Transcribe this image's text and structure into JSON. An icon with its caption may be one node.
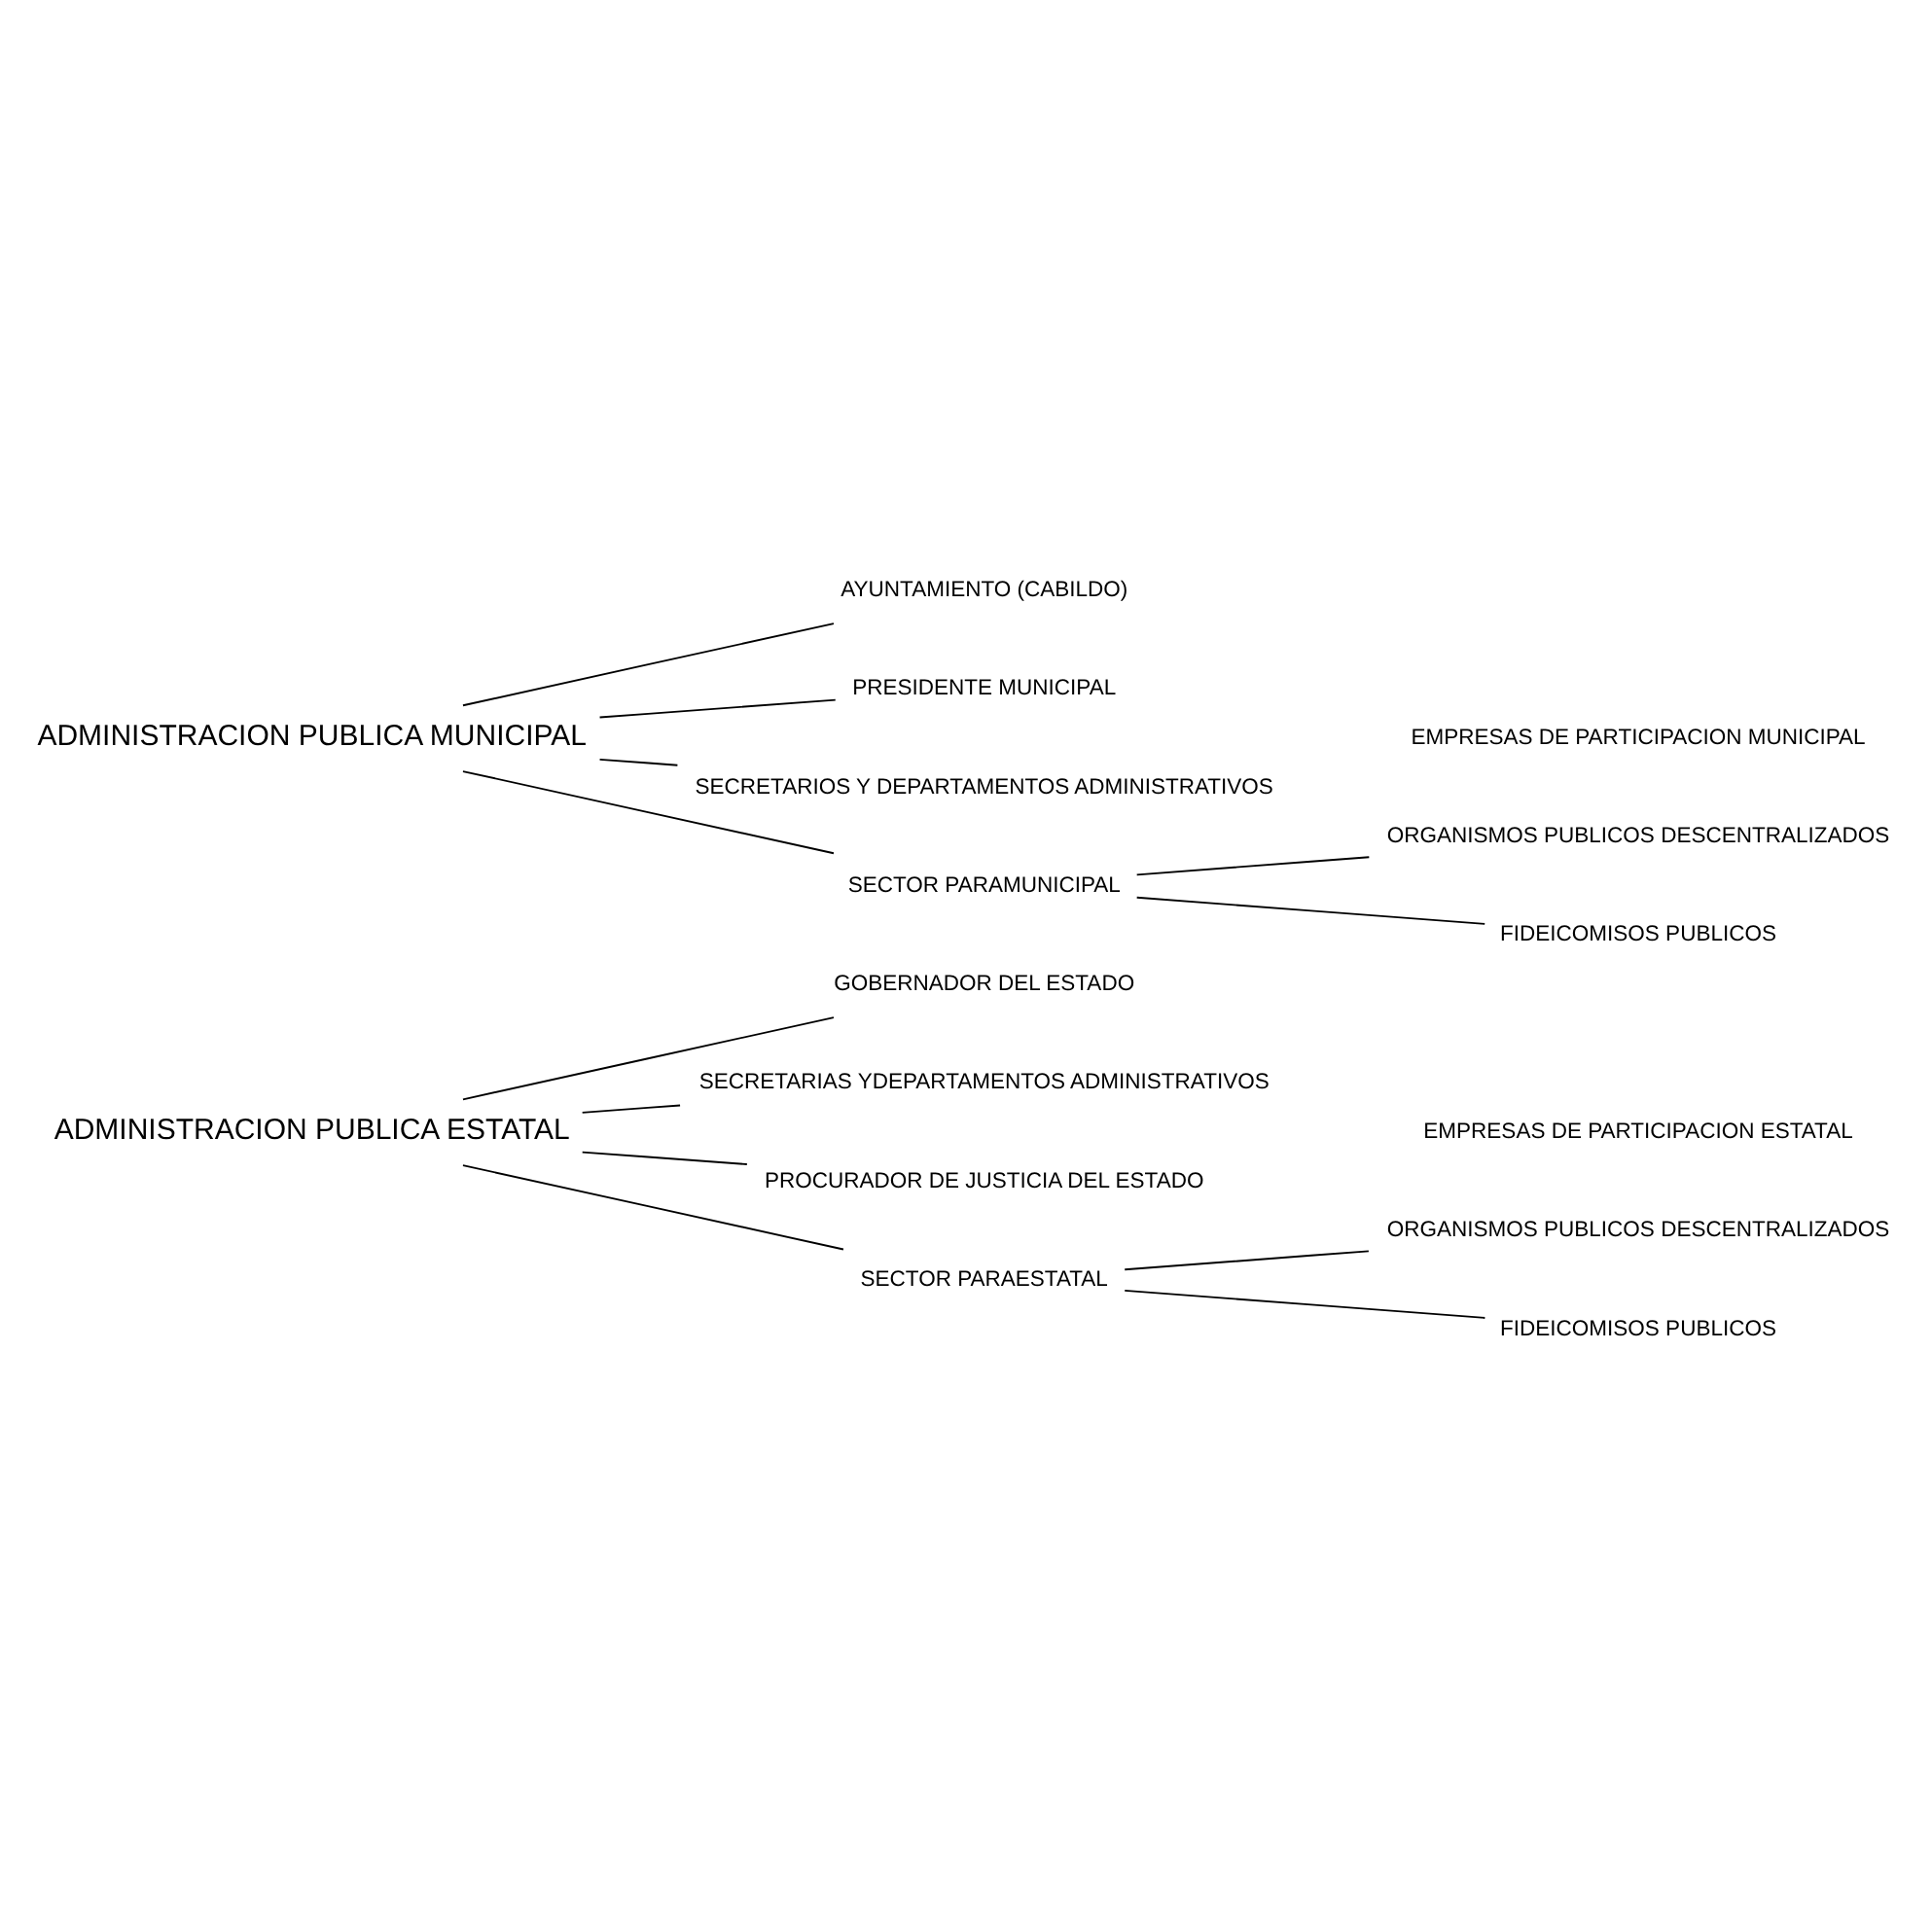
{
  "diagram": {
    "nodes": [
      {
        "text": [
          "ADMINISTRACION PUBLICA ESTATAL"
        ]
      },
      {
        "text": [
          "GOBERNADOR DEL ESTADO"
        ]
      },
      {
        "text": [
          "SECRETARIAS YDEPARTAMENTOS ADMINISTRATIVOS"
        ]
      },
      {
        "text": [
          "PROCURADOR DE JUSTICIA DEL ESTADO"
        ]
      },
      {
        "text": [
          "SECTOR PARAESTATAL"
        ]
      },
      {
        "text": [
          "ORGANISMOS PUBLICOS DESCENTRALIZADOS"
        ]
      },
      {
        "text": [
          "EMPRESAS DE PARTICIPACION ESTATAL"
        ]
      },
      {
        "text": [
          "FIDEICOMISOS PUBLICOS"
        ]
      },
      {
        "text": [
          "ADMINISTRACION PUBLICA MUNICIPAL"
        ]
      },
      {
        "text": [
          "AYUNTAMIENTO (CABILDO)"
        ]
      },
      {
        "text": [
          "PRESIDENTE MUNICIPAL"
        ]
      },
      {
        "text": [
          "SECRETARIOS Y DEPARTAMENTOS ADMINISTRATIVOS"
        ]
      },
      {
        "text": [
          "SECTOR PARAMUNICIPAL"
        ]
      },
      {
        "text": [
          "ORGANISMOS PUBLICOS DESCENTRALIZADOS"
        ]
      },
      {
        "text": [
          "EMPRESAS DE PARTICIPACION MUNICIPAL"
        ]
      },
      {
        "text": [
          "FIDEICOMISOS PUBLICOS"
        ]
      }
    ],
    "edges": [
      {
        "from": 0,
        "to": 1,
        "arrow": "none"
      },
      {
        "from": 0,
        "to": 2,
        "arrow": "none"
      },
      {
        "from": 0,
        "to": 3,
        "arrow": "none"
      },
      {
        "from": 0,
        "to": 4,
        "arrow": "none"
      },
      {
        "from": 4,
        "to": 5,
        "arrow": "none"
      },
      {
        "from": 4,
        "to": 7,
        "arrow": "none"
      },
      {
        "from": 8,
        "to": 9,
        "arrow": "none"
      },
      {
        "from": 8,
        "to": 10,
        "arrow": "none"
      },
      {
        "from": 8,
        "to": 11,
        "arrow": "none"
      },
      {
        "from": 8,
        "to": 12,
        "arrow": "none"
      },
      {
        "from": 12,
        "to": 13,
        "arrow": "none"
      },
      {
        "from": 12,
        "to": 15,
        "arrow": "none"
      }
    ]
  }
}
